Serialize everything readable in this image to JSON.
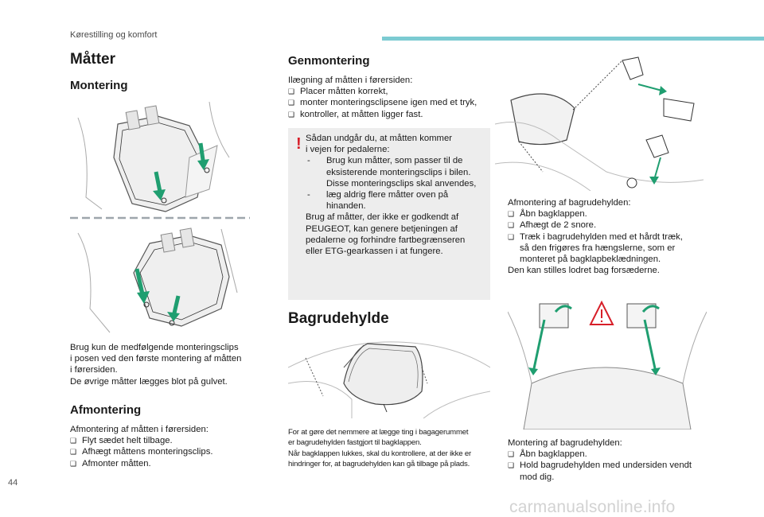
{
  "header": {
    "section": "Kørestilling og komfort",
    "accent_color": "#7ccbd2"
  },
  "page_number": "44",
  "watermark": "carmanualsonline.info",
  "col1": {
    "title": "Måtter",
    "montering": {
      "heading": "Montering",
      "lines": [
        "Brug kun de medfølgende monteringsclips",
        "i posen ved den første montering af måtten",
        "i førersiden.",
        "De øvrige måtter lægges blot på gulvet."
      ]
    },
    "afmontering": {
      "heading": "Afmontering",
      "intro": "Afmontering af måtten i førersiden:",
      "bullets": [
        "Flyt sædet helt tilbage.",
        "Afhægt måttens monteringsclips.",
        "Afmonter måtten."
      ]
    }
  },
  "col2": {
    "genmontering": {
      "heading": "Genmontering",
      "intro": "Ilægning af måtten i førersiden:",
      "bullets": [
        "Placer måtten korrekt,",
        "monter monteringsclipsene igen med et tryk,",
        "kontroller, at måtten ligger fast."
      ]
    },
    "warning": {
      "icon": "!",
      "color": "#d71e28",
      "l1": "Sådan undgår du, at måtten kommer",
      "l2": "i vejen for pedalerne:",
      "d1a": "Brug kun måtter, som passer til de",
      "d1b": "eksisterende monteringsclips i bilen.",
      "d1c": "Disse monteringsclips skal anvendes,",
      "d2a": "læg aldrig flere måtter oven på",
      "d2b": "hinanden.",
      "l3": "Brug af måtter, der ikke er godkendt af",
      "l4": "PEUGEOT, kan genere betjeningen af",
      "l5": "pedalerne og forhindre fartbegrænseren",
      "l6": "eller ETG-gearkassen i at fungere.",
      "dash": "-"
    },
    "bagrudehylde": {
      "heading": "Bagrudehylde",
      "caption": [
        "For at gøre det nemmere at lægge ting i bagagerummet",
        "er bagrudehylden fastgjort til bagklappen.",
        "Når bagklappen lukkes, skal du kontrollere, at der ikke er",
        "hindringer for, at bagrudehylden kan gå tilbage på plads."
      ]
    }
  },
  "col3": {
    "afmontering": {
      "intro": "Afmontering af bagrudehylden:",
      "b1": "Åbn bagklappen.",
      "b2": "Afhægt de 2 snore.",
      "b3a": "Træk i bagrudehylden med et hårdt træk,",
      "b3b": "så den frigøres fra hængslerne, som er",
      "b3c": "monteret på bagklapbeklædningen.",
      "after": "Den kan stilles lodret bag forsæderne."
    },
    "montering": {
      "intro": "Montering af bagrudehylden:",
      "b1": "Åbn bagklappen.",
      "b2a": "Hold bagrudehylden med undersiden vendt",
      "b2b": "mod dig."
    }
  },
  "icons": {
    "warning_triangle": "warning-triangle-icon",
    "arrow": "arrow-icon"
  }
}
